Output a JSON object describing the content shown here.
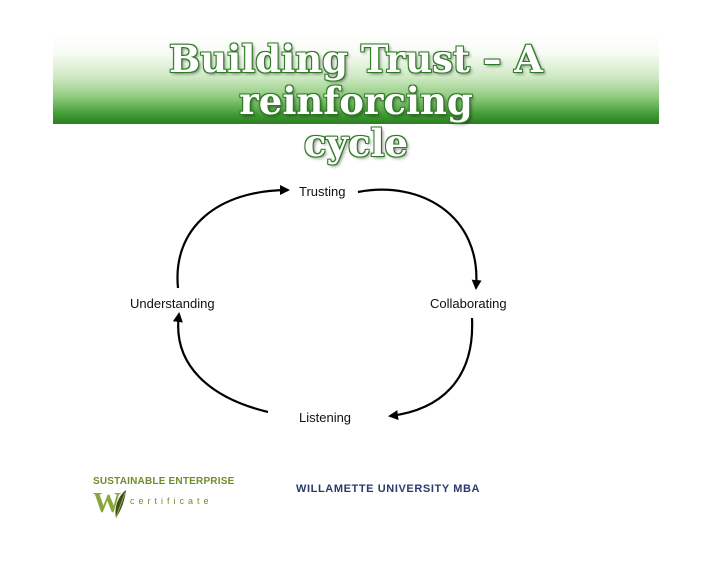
{
  "slide": {
    "title_line1": "Building Trust – A reinforcing",
    "title_line2": "cycle"
  },
  "cycle": {
    "nodes": [
      {
        "id": "trusting",
        "label": "Trusting"
      },
      {
        "id": "collaborating",
        "label": "Collaborating"
      },
      {
        "id": "listening",
        "label": "Listening"
      },
      {
        "id": "understanding",
        "label": "Understanding"
      }
    ],
    "edges": [
      {
        "from": "trusting",
        "to": "collaborating"
      },
      {
        "from": "collaborating",
        "to": "listening"
      },
      {
        "from": "listening",
        "to": "understanding"
      },
      {
        "from": "understanding",
        "to": "trusting"
      }
    ]
  },
  "footer": {
    "logo_top": "SUSTAINABLE ENTERPRISE",
    "logo_letter": "W",
    "logo_sub": "certificate",
    "university": "WILLAMETTE UNIVERSITY MBA"
  },
  "colors": {
    "title_gradient_bottom": "#2c7d22",
    "logo_green": "#8aa63a",
    "university_navy": "#2b3a6b"
  }
}
